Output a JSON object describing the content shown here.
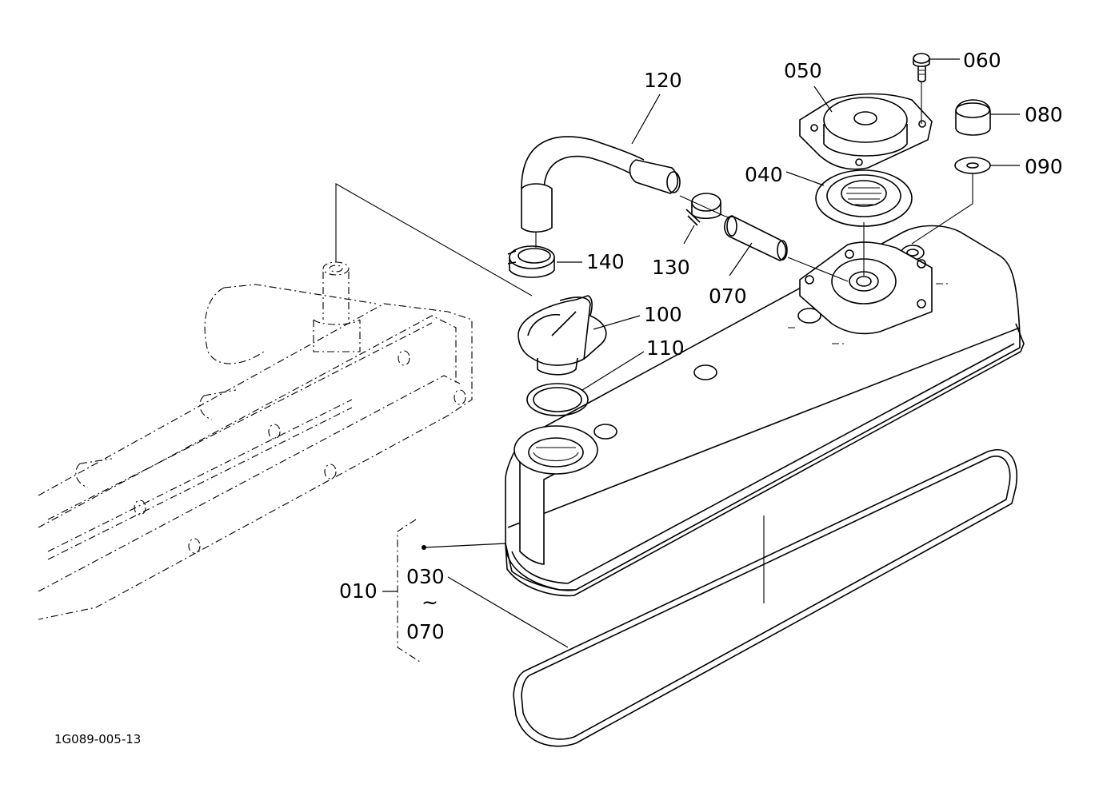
{
  "labels": {
    "p010": "010",
    "p030": "030",
    "tilde": "~",
    "p070_range": "070",
    "p040": "040",
    "p050": "050",
    "p060": "060",
    "p070": "070",
    "p080": "080",
    "p090": "090",
    "p100": "100",
    "p110": "110",
    "p120": "120",
    "p130": "130",
    "p140": "140"
  },
  "drawing_code": "1G089-005-13"
}
